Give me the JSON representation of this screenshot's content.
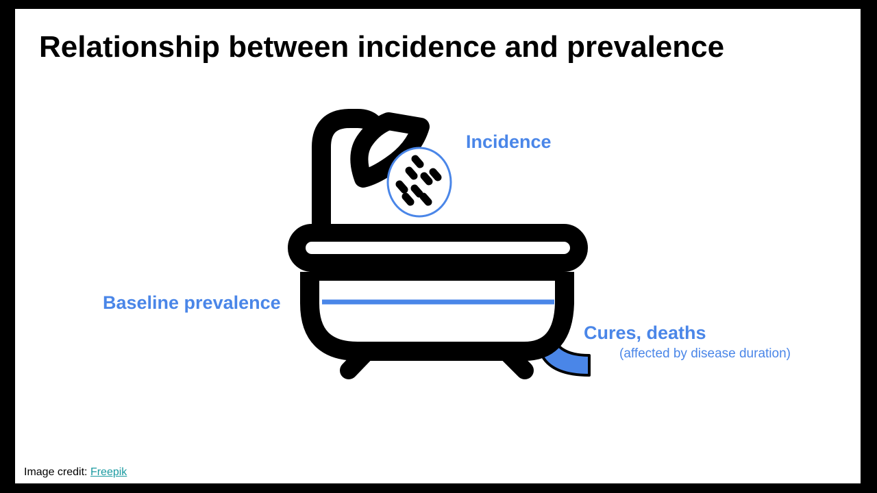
{
  "slide": {
    "title": "Relationship between incidence and prevalence"
  },
  "labels": {
    "incidence": "Incidence",
    "baseline_prevalence": "Baseline prevalence",
    "outflow": "Cures, deaths",
    "outflow_note": "(affected by disease duration)"
  },
  "credit": {
    "prefix": "Image credit:",
    "link_text": "Freepik"
  },
  "colors": {
    "accent": "#4a86e8",
    "outline": "#000000",
    "link": "#1a9aa0"
  },
  "icons": [
    "bathtub-icon",
    "shower-head-icon",
    "water-drops-icon",
    "drain-pipe-icon"
  ]
}
